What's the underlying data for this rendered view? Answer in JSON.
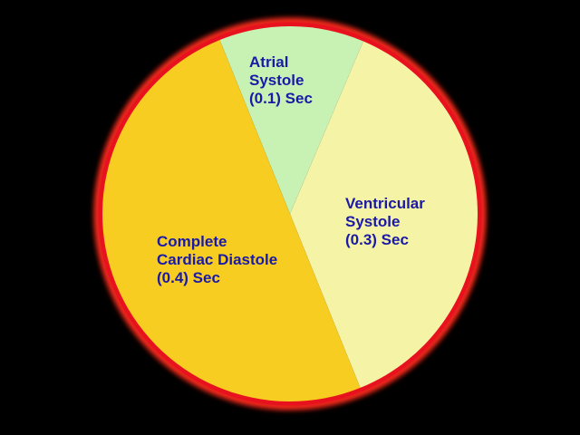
{
  "colors": {
    "background": "#000000",
    "rim": "#e8121e",
    "rim_glow": "#ff2a1a",
    "label_text": "#1a1aa6"
  },
  "chart_data": {
    "type": "pie",
    "title": "",
    "unit": "Sec",
    "slices": [
      {
        "key": "atrial-systole",
        "value": 0.1,
        "color": "#c8f2b4",
        "label_lines": [
          "Atrial",
          "Systole",
          "(0.1) Sec"
        ]
      },
      {
        "key": "ventricular-systole",
        "value": 0.3,
        "color": "#f5f3a6",
        "label_lines": [
          "Ventricular",
          "Systole",
          "(0.3) Sec"
        ]
      },
      {
        "key": "complete-cardiac-diastole",
        "value": 0.4,
        "color": "#f7cd22",
        "label_lines": [
          "Complete",
          "Cardiac Diastole",
          "(0.4) Sec"
        ]
      }
    ]
  }
}
